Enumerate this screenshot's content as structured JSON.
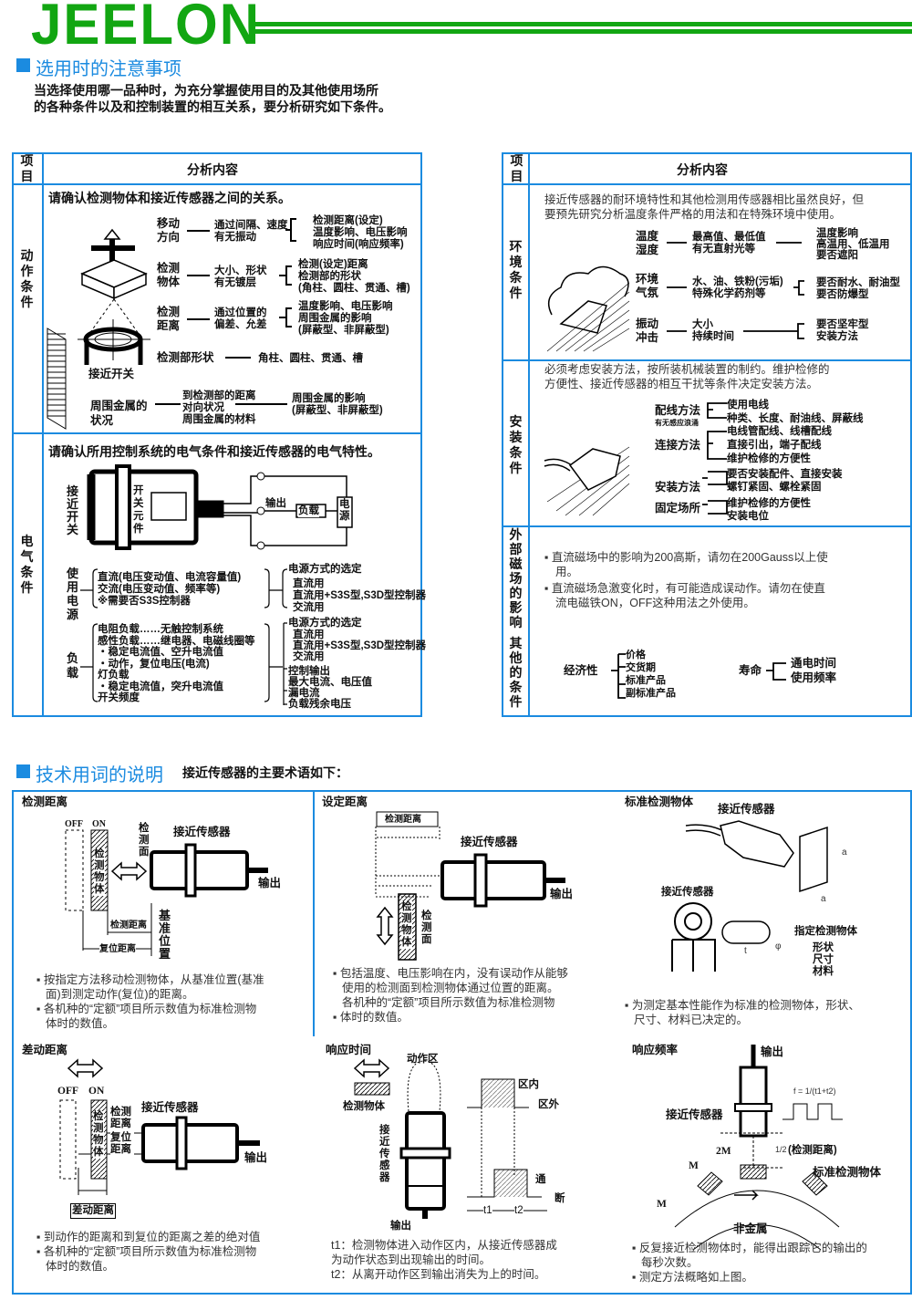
{
  "brand": {
    "logo": "JEELON",
    "green": "#12a612",
    "blue": "#1b8be0"
  },
  "s1": {
    "title": "选用时的注意事项",
    "intro": [
      "当选择使用哪一品种时，为充分掌握使用目的及其他使用场所",
      "的各种条件以及和控制装置的相互关系，要分析研究如下条件。"
    ]
  },
  "lt": {
    "h_item": "项目",
    "h_content": "分析内容",
    "r1": {
      "label": "动作条件",
      "heading": "请确认检测物体和接近传感器之间的关系。",
      "switch": "接近开关",
      "rows": [
        {
          "label": [
            "移动",
            "方向"
          ],
          "mid": [
            "通过间隔、速度",
            "有无振动"
          ],
          "right": [
            "检测距离(设定)",
            "温度影响、电压影响",
            "响应时间(响应频率)"
          ]
        },
        {
          "label": [
            "检测",
            "物体"
          ],
          "mid": [
            "大小、形状",
            "有无镀层"
          ],
          "right": [
            "检测(设定)距离",
            "检测部的形状",
            "(角柱、圆柱、贯通、槽)"
          ]
        },
        {
          "label": [
            "检测",
            "距离"
          ],
          "mid": [
            "通过位置的",
            "偏差、允差"
          ],
          "right": [
            "温度影响、电压影响",
            "周围金属的影响",
            "(屏蔽型、非屏蔽型)"
          ]
        }
      ],
      "shape": {
        "label": "检测部形状",
        "right": "角柱、圆柱、贯通、槽"
      },
      "metal": {
        "label": [
          "周围金属的",
          "状况"
        ],
        "mid": [
          "到检测部的距离",
          "对向状况",
          "周围金属的材料"
        ],
        "right": [
          "周围金属的影响",
          "(屏蔽型、非屏蔽型)"
        ]
      }
    },
    "r2": {
      "label": "电气条件",
      "heading": "请确认所用控制系统的电气条件和接近传感器的电气特性。",
      "diagram": {
        "switch": "接近开关",
        "element": "开关元件",
        "output": "输出",
        "load": "负载",
        "power": "电源"
      },
      "supply": {
        "label": "使用电源",
        "items": [
          "直流(电压变动值、电流容量值)",
          "交流(电压变动值、频率等)",
          "※需要否S3S控制器"
        ],
        "right_title": "电源方式的选定",
        "right": [
          "直流用",
          "直流用+S3S型,S3D型控制器",
          "交流用"
        ]
      },
      "load": {
        "label": "负载",
        "items": [
          "电阻负载……无触控制系统",
          "感性负载……继电器、电磁线圈等",
          "・稳定电流值、空升电流值",
          "・动作，复位电压(电流)",
          "灯负载",
          "・稳定电流值，突升电流值",
          "开关频度"
        ],
        "right_title": "电源方式的选定",
        "right": [
          "直流用",
          "直流用+S3S型,S3D型控制器",
          "交流用"
        ],
        "right2": [
          "控制输出",
          "最大电流、电压值",
          "漏电流",
          "负载残余电压"
        ]
      }
    }
  },
  "rt": {
    "h_item": "项目",
    "h_content": "分析内容",
    "env": {
      "label": "环境条件",
      "para": [
        "接近传感器的耐环境特性和其他检测用传感器相比虽然良好，但",
        "要预先研究分析温度条件严格的用法和在特殊环境中使用。"
      ],
      "rows": [
        {
          "label": [
            "温度",
            "湿度"
          ],
          "mid": [
            "最高值、最低值",
            "有无直射光等"
          ],
          "right": [
            "温度影响",
            "高温用、低温用",
            "要否遮阳"
          ]
        },
        {
          "label": [
            "环境",
            "气氛"
          ],
          "mid": [
            "水、油、铁粉(污垢)",
            "特殊化学药剂等"
          ],
          "right": [
            "要否耐水、耐油型",
            "要否防爆型"
          ]
        },
        {
          "label": [
            "振动",
            "冲击"
          ],
          "mid": [
            "大小",
            "持续时间"
          ],
          "right": [
            "要否坚牢型",
            "安装方法"
          ]
        }
      ]
    },
    "install": {
      "label": "安装条件",
      "para": [
        "必须考虑安装方法，按所装机械装置的制约。维护检修的",
        "方便性、接近传感器的相互干扰等条件决定安装方法。"
      ],
      "wiring": {
        "label": "配线方法",
        "sub": "有无感应浪涌",
        "items": [
          "使用电线",
          "种类、长度、耐油线、屏蔽线",
          "电线管配线、线槽配线"
        ]
      },
      "connect": {
        "label": "连接方法",
        "items": [
          "直接引出，端子配线",
          "维护检修的方便性"
        ]
      },
      "mount": {
        "label": "安装方法",
        "items": [
          "要否安装配件、直接安装",
          "螺钉紧固、螺栓紧固"
        ]
      },
      "place": {
        "label": "固定场所",
        "items": [
          "维护检修的方便性",
          "安装电位"
        ]
      }
    },
    "magnet": {
      "label": "外部磁场的影响",
      "bullets": [
        [
          "直流磁场中的影响为200高斯，请勿在200Gauss以上使",
          "用。"
        ],
        [
          "直流磁场急激变化时，有可能造成误动作。请勿在使直",
          "流电磁铁ON，OFF这种用法之外使用。"
        ]
      ]
    },
    "other": {
      "label": "其他的条件",
      "economy": {
        "label": "经济性",
        "items": [
          "价格",
          "交货期",
          "标准产品",
          "副标准产品"
        ]
      },
      "life": {
        "label": "寿命",
        "items": [
          "通电时间",
          "使用频率"
        ]
      }
    }
  },
  "s2": {
    "title": "技术用词的说明",
    "subtitle": "接近传感器的主要术语如下：",
    "detect": {
      "title": "检测距离",
      "off": "OFF",
      "on": "ON",
      "object": "检测物体",
      "face": "检测面",
      "sensor": "接近传感器",
      "output": "输出",
      "dist": "检测距离",
      "reset": "复位距离",
      "ref": "基准位置",
      "notes": [
        [
          "按指定方法移动检测物体，从基准位置(基准",
          "面)到测定动作(复位)的距离。"
        ],
        [
          "各机种的“定额”项目所示数值为标准检测物",
          "体时的数值。"
        ]
      ]
    },
    "setting": {
      "title": "设定距离",
      "dist": "检测距离",
      "sensor": "接近传感器",
      "output": "输出",
      "object": "检测物体",
      "face": "检测面",
      "notes": [
        [
          "包括温度、电压影响在内，没有误动作从能够",
          "使用的检测面到检测物体通过位置的距离。",
          "各机种的“定额”项目所示数值为标准检测物"
        ],
        [
          "体时的数值。"
        ]
      ]
    },
    "standard": {
      "title": "标准检测物体",
      "sensor1": "接近传感器",
      "sensor2": "接近传感器",
      "a1": "a",
      "a2": "a",
      "t": "t",
      "phi": "φ",
      "spec": "指定检测物体",
      "spec_items": [
        "形状",
        "尺寸",
        "材料"
      ],
      "notes": [
        [
          "为测定基本性能作为标准的检测物体，形状、",
          "尺寸、材料已决定的。"
        ]
      ]
    },
    "diff": {
      "title": "差动距离",
      "off": "OFF",
      "on": "ON",
      "object": "检测物体",
      "dist": "检测距离",
      "reset": "复位距离",
      "sensor": "接近传感器",
      "output": "输出",
      "diff": "差动距离",
      "notes": [
        [
          "到动作的距离和到复位的距离之差的绝对值"
        ],
        [
          "各机种的“定额”项目所示数值为标准检测物",
          "体时的数值。"
        ]
      ]
    },
    "resp_time": {
      "title": "响应时间",
      "zone": "动作区",
      "object": "检测物体",
      "sensor": "接近传感器",
      "output": "输出",
      "in": "区内",
      "out": "区外",
      "on": "通",
      "off": "断",
      "t1": "t1",
      "t2": "t2",
      "notes": [
        "t1：检测物体进入动作区内，从接近传感器成",
        "为动作状态到出现输出的时间。",
        "t2：从离开动作区到输出消失为上的时间。"
      ]
    },
    "resp_freq": {
      "title": "响应频率",
      "output": "输出",
      "sensor": "接近传感器",
      "formula": "f = 1/(t1+t2)",
      "half": "1/2",
      "dist": "(检测距离)",
      "m2": "2M",
      "m1": "M",
      "m3": "M",
      "std": "标准检测物体",
      "nonmetal": "非金属",
      "notes": [
        [
          "反复接近检测物体时，能得出跟踪它的输出的",
          "每秒次数。"
        ],
        [
          "测定方法概略如上图。"
        ]
      ]
    }
  }
}
